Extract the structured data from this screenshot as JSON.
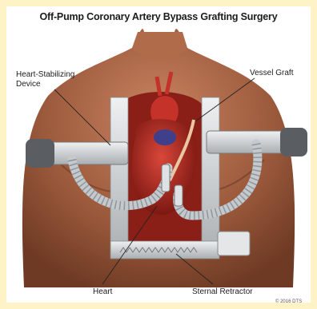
{
  "title": "Off-Pump Coronary Artery Bypass Grafting Surgery",
  "labels": {
    "stabilizer_line1": "Heart-Stabilizing",
    "stabilizer_line2": "Device",
    "graft": "Vessel Graft",
    "heart": "Heart",
    "retractor": "Sternal Retractor"
  },
  "copyright": "© 2016 DTS",
  "colors": {
    "background": "#fdf3c7",
    "skin": "#9c5a3c",
    "heart": "#b22a22",
    "metal": "#cfd3d6"
  }
}
